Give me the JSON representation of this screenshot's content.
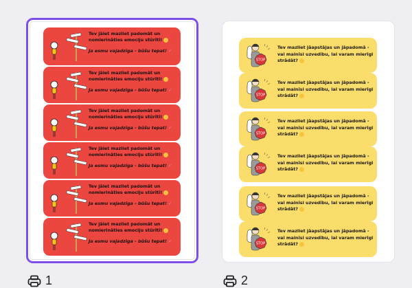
{
  "pages": [
    {
      "number": "1",
      "selected": true,
      "card_color": "#ec4641",
      "cards": [
        {
          "line1": "Tev jāiet mazliet padomāt un",
          "line2": "nomierināties emociju stūrītī!",
          "line3": "Ja esmu vajadzīga - būšu tepat!"
        },
        {
          "line1": "Tev jāiet mazliet padomāt un",
          "line2": "nomierināties emociju stūrītī!",
          "line3": "Ja esmu vajadzīga - būšu tepat!"
        },
        {
          "line1": "Tev jāiet mazliet padomāt un",
          "line2": "nomierināties emociju stūrītī!",
          "line3": "Ja esmu vajadzīga - būšu tepat!"
        },
        {
          "line1": "Tev jāiet mazliet padomāt un",
          "line2": "nomierināties emociju stūrītī!",
          "line3": "Ja esmu vajadzīga - būšu tepat!"
        },
        {
          "line1": "Tev jāiet mazliet padomāt un",
          "line2": "nomierināties emociju stūrītī!",
          "line3": "Ja esmu vajadzīga - būšu tepat!"
        },
        {
          "line1": "Tev jāiet mazliet padomāt un",
          "line2": "nomierināties emociju stūrītī!",
          "line3": "Ja esmu vajadzīga - būšu tepat!"
        }
      ]
    },
    {
      "number": "2",
      "selected": false,
      "card_color": "#fbdd6b",
      "cards": [
        {
          "text": "Tev mazliet jāapstājas un jāpadomā - vai mainīsi uzvedību, lai varam mierīgi strādāt?",
          "stop_label": "STOP"
        },
        {
          "text": "Tev mazliet jāapstājas un jāpadomā - vai mainīsi uzvedību, lai varam mierīgi strādāt?",
          "stop_label": "STOP"
        },
        {
          "text": "Tev mazliet jāapstājas un jāpadomā - vai mainīsi uzvedību, lai varam mierīgi strādāt?",
          "stop_label": "STOP"
        },
        {
          "text": "Tev mazliet jāapstājas un jāpadomā - vai mainīsi uzvedību, lai varam mierīgi strādāt?",
          "stop_label": "STOP"
        },
        {
          "text": "Tev mazliet jāapstājas un jāpadomā - vai mainīsi uzvedību, lai varam mierīgi strādāt?",
          "stop_label": "STOP"
        },
        {
          "text": "Tev mazliet jāapstājas un jāpadomā - vai mainīsi uzvedību, lai varam mierīgi strādāt?",
          "stop_label": "STOP"
        }
      ]
    }
  ],
  "accent_color": "#7d4fe8",
  "label_icon": "printer-icon"
}
